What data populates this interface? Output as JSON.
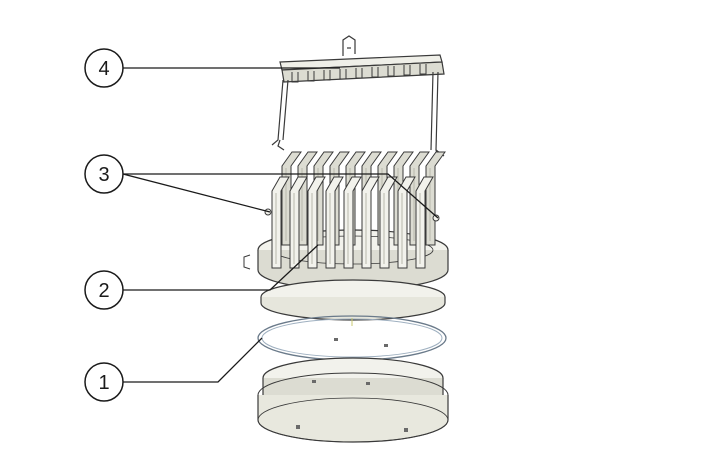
{
  "callouts": [
    {
      "id": "1",
      "label": "1"
    },
    {
      "id": "2",
      "label": "2"
    },
    {
      "id": "3",
      "label": "3"
    },
    {
      "id": "4",
      "label": "4"
    }
  ],
  "colors": {
    "line": "#3a3a3a",
    "fill_light": "#f2f2ec",
    "fill_mid": "#dcdcd2",
    "fill_dark": "#b8b8ac",
    "ring": "#9fb0c0"
  }
}
